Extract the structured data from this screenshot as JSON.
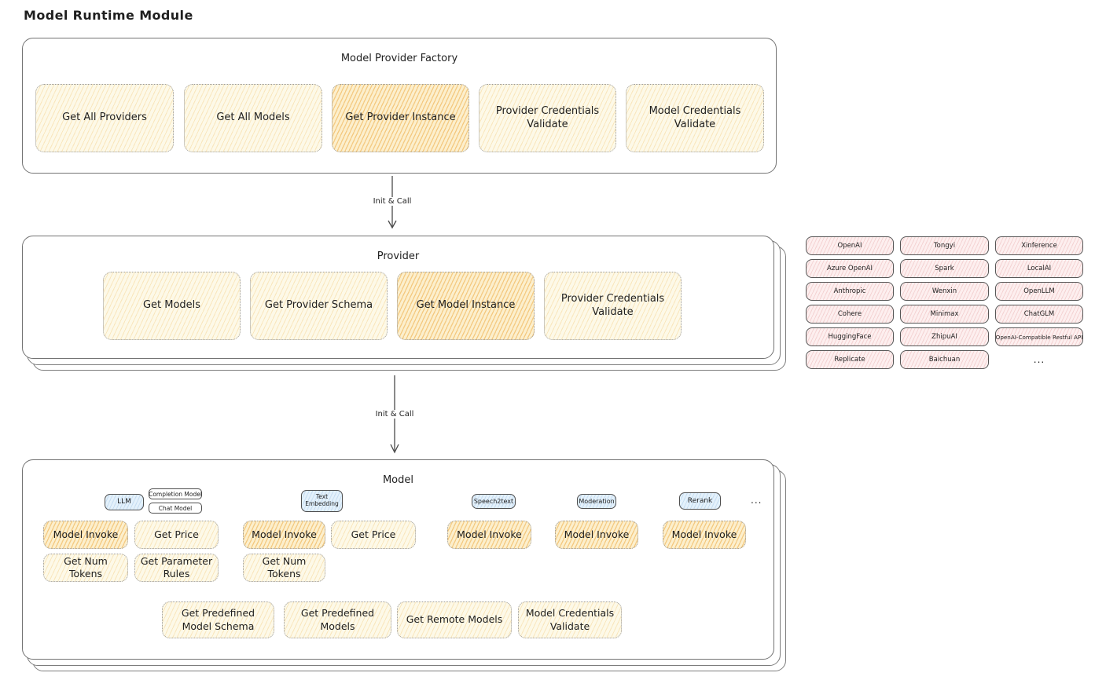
{
  "page": {
    "title": "Model Runtime Module"
  },
  "factory": {
    "title": "Model Provider Factory",
    "buttons": [
      "Get All Providers",
      "Get All Models",
      "Get Provider Instance",
      "Provider Credentials Validate",
      "Model Credentials Validate"
    ]
  },
  "arrows": {
    "label1": "Init & Call",
    "label2": "Init & Call"
  },
  "provider": {
    "title": "Provider",
    "buttons": [
      "Get Models",
      "Get Provider Schema",
      "Get Model Instance",
      "Provider Credentials Validate"
    ]
  },
  "providers": {
    "items": [
      "OpenAI",
      "Tongyi",
      "Xinference",
      "Azure OpenAI",
      "Spark",
      "LocalAI",
      "Anthropic",
      "Wenxin",
      "OpenLLM",
      "Cohere",
      "Minimax",
      "ChatGLM",
      "HuggingFace",
      "ZhipuAI",
      "OpenAI-Compatible Restful API",
      "Replicate",
      "Baichuan"
    ],
    "more": "..."
  },
  "model": {
    "title": "Model",
    "tags": {
      "llm": "LLM",
      "completion": "Completion Model",
      "chat": "Chat Model",
      "embedding": "Text Embedding",
      "speech2text": "Speech2text",
      "moderation": "Moderation",
      "rerank": "Rerank",
      "more": "..."
    },
    "llm": [
      "Model Invoke",
      "Get Price",
      "Get Num Tokens",
      "Get Parameter Rules"
    ],
    "embedding": [
      "Model Invoke",
      "Get Price",
      "Get Num Tokens"
    ],
    "speech2text": [
      "Model Invoke"
    ],
    "moderation": [
      "Model Invoke"
    ],
    "rerank": [
      "Model Invoke"
    ],
    "bottom": [
      "Get Predefined Model Schema",
      "Get Predefined Models",
      "Get Remote Models",
      "Model Credentials Validate"
    ]
  },
  "colors": {
    "button_fill": "#fdf9e8",
    "button_hatch": "#eeba5a",
    "highlight_fill": "#fcefcd",
    "highlight_hatch": "#eca537",
    "provider_pill_fill": "#fdefef",
    "provider_pill_hatch": "#e09292",
    "tag_blue_fill": "#e4f1fb",
    "tag_blue_hatch": "#82afdc",
    "box_border": "#737373",
    "ink": "#1f1f1f"
  }
}
